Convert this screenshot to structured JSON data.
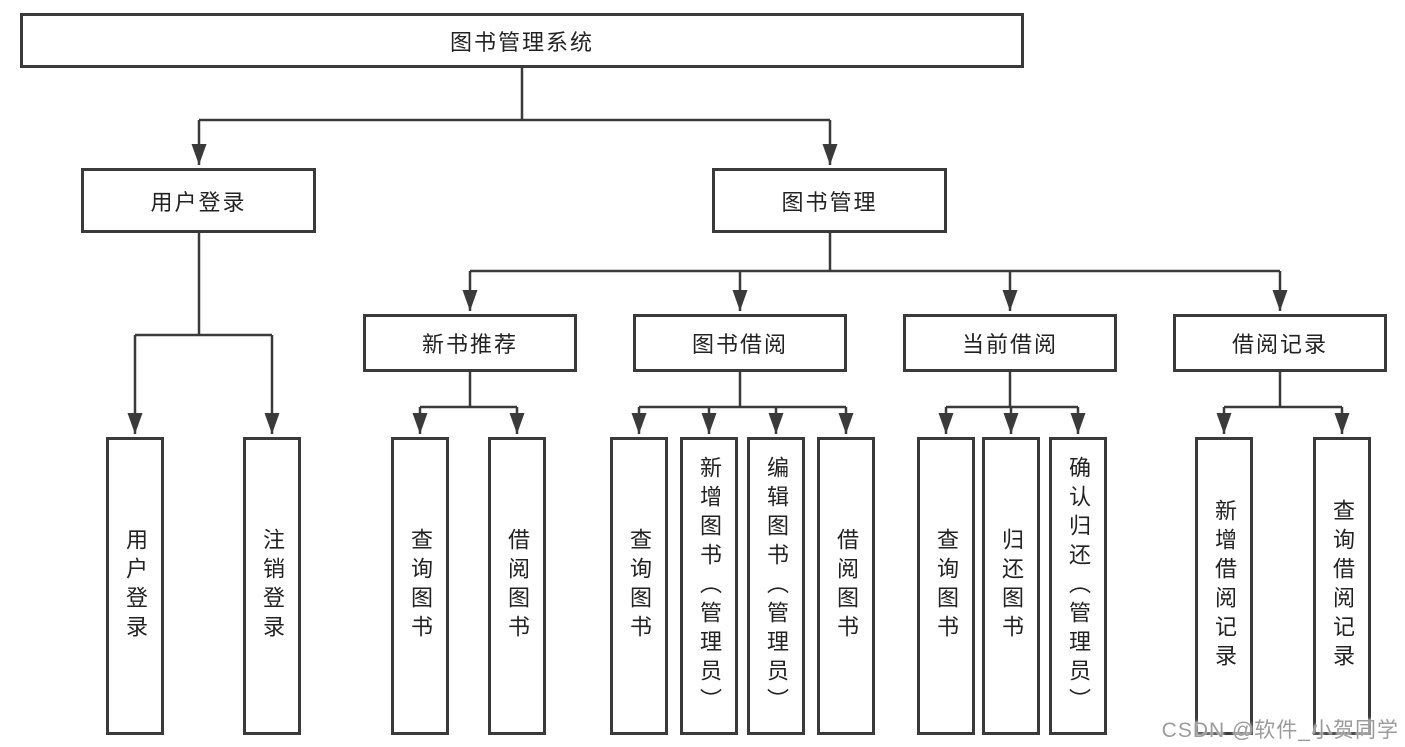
{
  "colors": {
    "line": "#3a3a3a",
    "box_border": "#3a3a3a",
    "box_fill": "#ffffff",
    "text": "#222222",
    "watermark": "#9b9b9b"
  },
  "watermark": {
    "text": "CSDN @软件_小贺同学"
  },
  "tree": {
    "label": "图书管理系统",
    "children": [
      {
        "label": "用户登录",
        "children": [
          {
            "label": "用户登录"
          },
          {
            "label": "注销登录"
          }
        ]
      },
      {
        "label": "图书管理",
        "children": [
          {
            "label": "新书推荐",
            "children": [
              {
                "label": "查询图书"
              },
              {
                "label": "借阅图书"
              }
            ]
          },
          {
            "label": "图书借阅",
            "children": [
              {
                "label": "查询图书"
              },
              {
                "label": "新增图书（管理员）"
              },
              {
                "label": "编辑图书（管理员）"
              },
              {
                "label": "借阅图书"
              }
            ]
          },
          {
            "label": "当前借阅",
            "children": [
              {
                "label": "查询图书"
              },
              {
                "label": "归还图书"
              },
              {
                "label": "确认归还（管理员）"
              }
            ]
          },
          {
            "label": "借阅记录",
            "children": [
              {
                "label": "新增借阅记录"
              },
              {
                "label": "查询借阅记录"
              }
            ]
          }
        ]
      }
    ]
  }
}
